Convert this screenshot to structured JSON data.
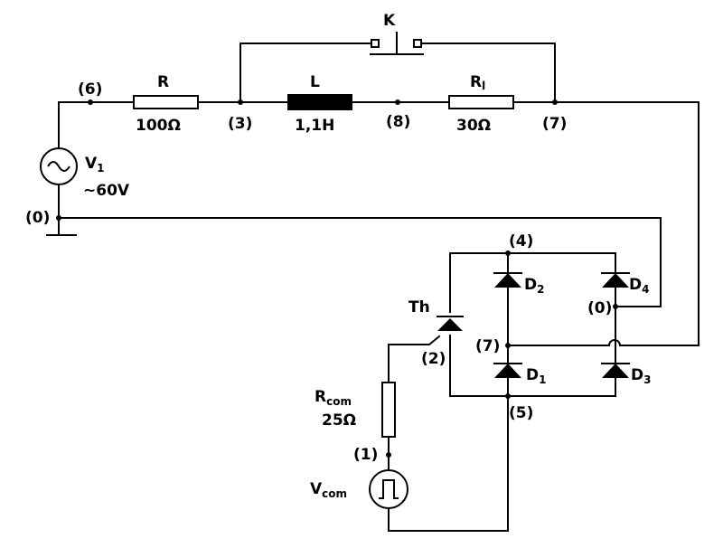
{
  "switch": {
    "label": "K"
  },
  "resistor_r": {
    "name": "R",
    "value": "100Ω"
  },
  "inductor": {
    "name": "L",
    "value": "1,1H"
  },
  "resistor_rl": {
    "name": "R",
    "subscript": "l",
    "value": "30Ω"
  },
  "source_v1": {
    "name": "V",
    "subscript": "1",
    "value": "~60V"
  },
  "thyristor": {
    "label": "Th"
  },
  "resistor_rcom": {
    "name": "R",
    "subscript": "com",
    "value": "25Ω"
  },
  "source_vcom": {
    "name": "V",
    "subscript": "com"
  },
  "diodes": [
    {
      "name": "D",
      "subscript": "2"
    },
    {
      "name": "D",
      "subscript": "4"
    },
    {
      "name": "D",
      "subscript": "1"
    },
    {
      "name": "D",
      "subscript": "3"
    }
  ],
  "nodes": {
    "n6": "(6)",
    "n3": "(3)",
    "n8": "(8)",
    "n7_top": "(7)",
    "n0_left": "(0)",
    "n4": "(4)",
    "n0_right": "(0)",
    "n7_bridge": "(7)",
    "n2": "(2)",
    "n5": "(5)",
    "n1": "(1)"
  }
}
